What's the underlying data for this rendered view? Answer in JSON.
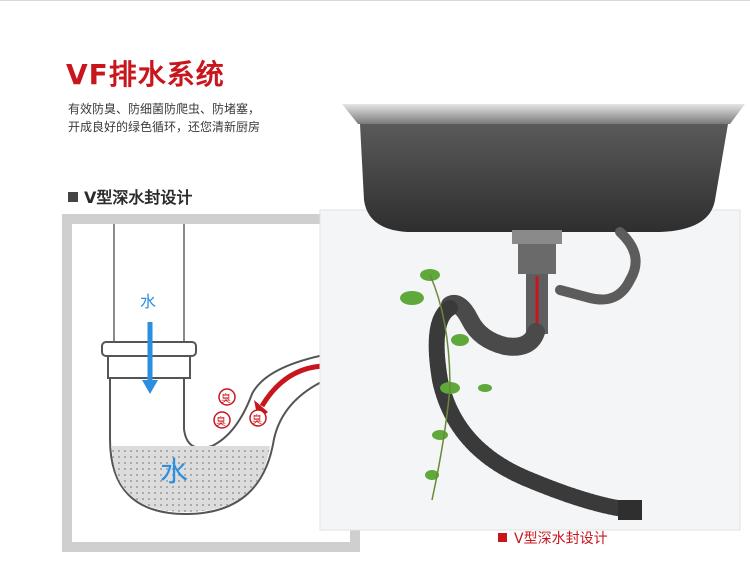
{
  "header": {
    "title": "VF排水系统",
    "desc_line1": "有效防臭、防细菌防爬虫、防堵塞，",
    "desc_line2": "开成良好的绿色循环，还您清新厨房"
  },
  "section": {
    "heading": "V型深水封设计"
  },
  "diagram": {
    "water_down_label": "水",
    "water_seal_label": "水",
    "odor_badge": "臭"
  },
  "caption": {
    "text": "V型深水封设计"
  },
  "colors": {
    "accent_red": "#c8161d",
    "water_blue": "#2a8fe0",
    "frame_gray": "#cfcfcf",
    "sink_dark": "#3f3f3f"
  }
}
